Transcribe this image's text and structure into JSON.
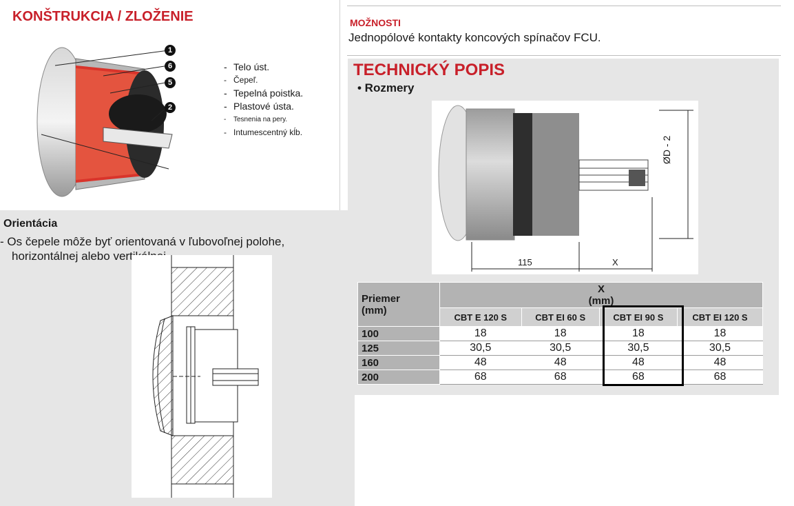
{
  "construction": {
    "title": "KONŠTRUKCIA / ZLOŽENIE",
    "callouts": [
      "1",
      "6",
      "5",
      "2"
    ],
    "legend": [
      "Telo úst.",
      "Čepeľ.",
      "Tepelná poistka.",
      "Plastové ústa.",
      "Tesnenia na pery.",
      "Intumescentný kĺb."
    ]
  },
  "options": {
    "title": "MOŽNOSTI",
    "text": "Jednopólové kontakty koncových spínačov FCU."
  },
  "technical": {
    "title": "TECHNICKÝ POPIS",
    "subtitle": "• Rozmery",
    "drawing": {
      "dim_length": "115",
      "dim_x": "X",
      "dim_diameter": "ØD - 2"
    }
  },
  "orientation": {
    "title": "Orientácia",
    "line1": "- Os čepele môže byť orientovaná v ľubovoľnej polohe,",
    "line2": "horizontálnej alebo vertikálnej."
  },
  "table": {
    "row_header": "Priemer\n(mm)",
    "group_header": "X\n(mm)",
    "columns": [
      "CBT E 120 S",
      "CBT EI 60 S",
      "CBT EI 90 S",
      "CBT EI 120 S"
    ],
    "rows": [
      {
        "label": "100",
        "values": [
          "18",
          "18",
          "18",
          "18"
        ]
      },
      {
        "label": "125",
        "values": [
          "30,5",
          "30,5",
          "30,5",
          "30,5"
        ]
      },
      {
        "label": "160",
        "values": [
          "48",
          "48",
          "48",
          "48"
        ]
      },
      {
        "label": "200",
        "values": [
          "68",
          "68",
          "68",
          "68"
        ]
      }
    ],
    "highlighted_column": 2
  },
  "colors": {
    "accent": "#c8202a",
    "panel": "#e6e6e6",
    "table_header": "#b3b3b3"
  }
}
